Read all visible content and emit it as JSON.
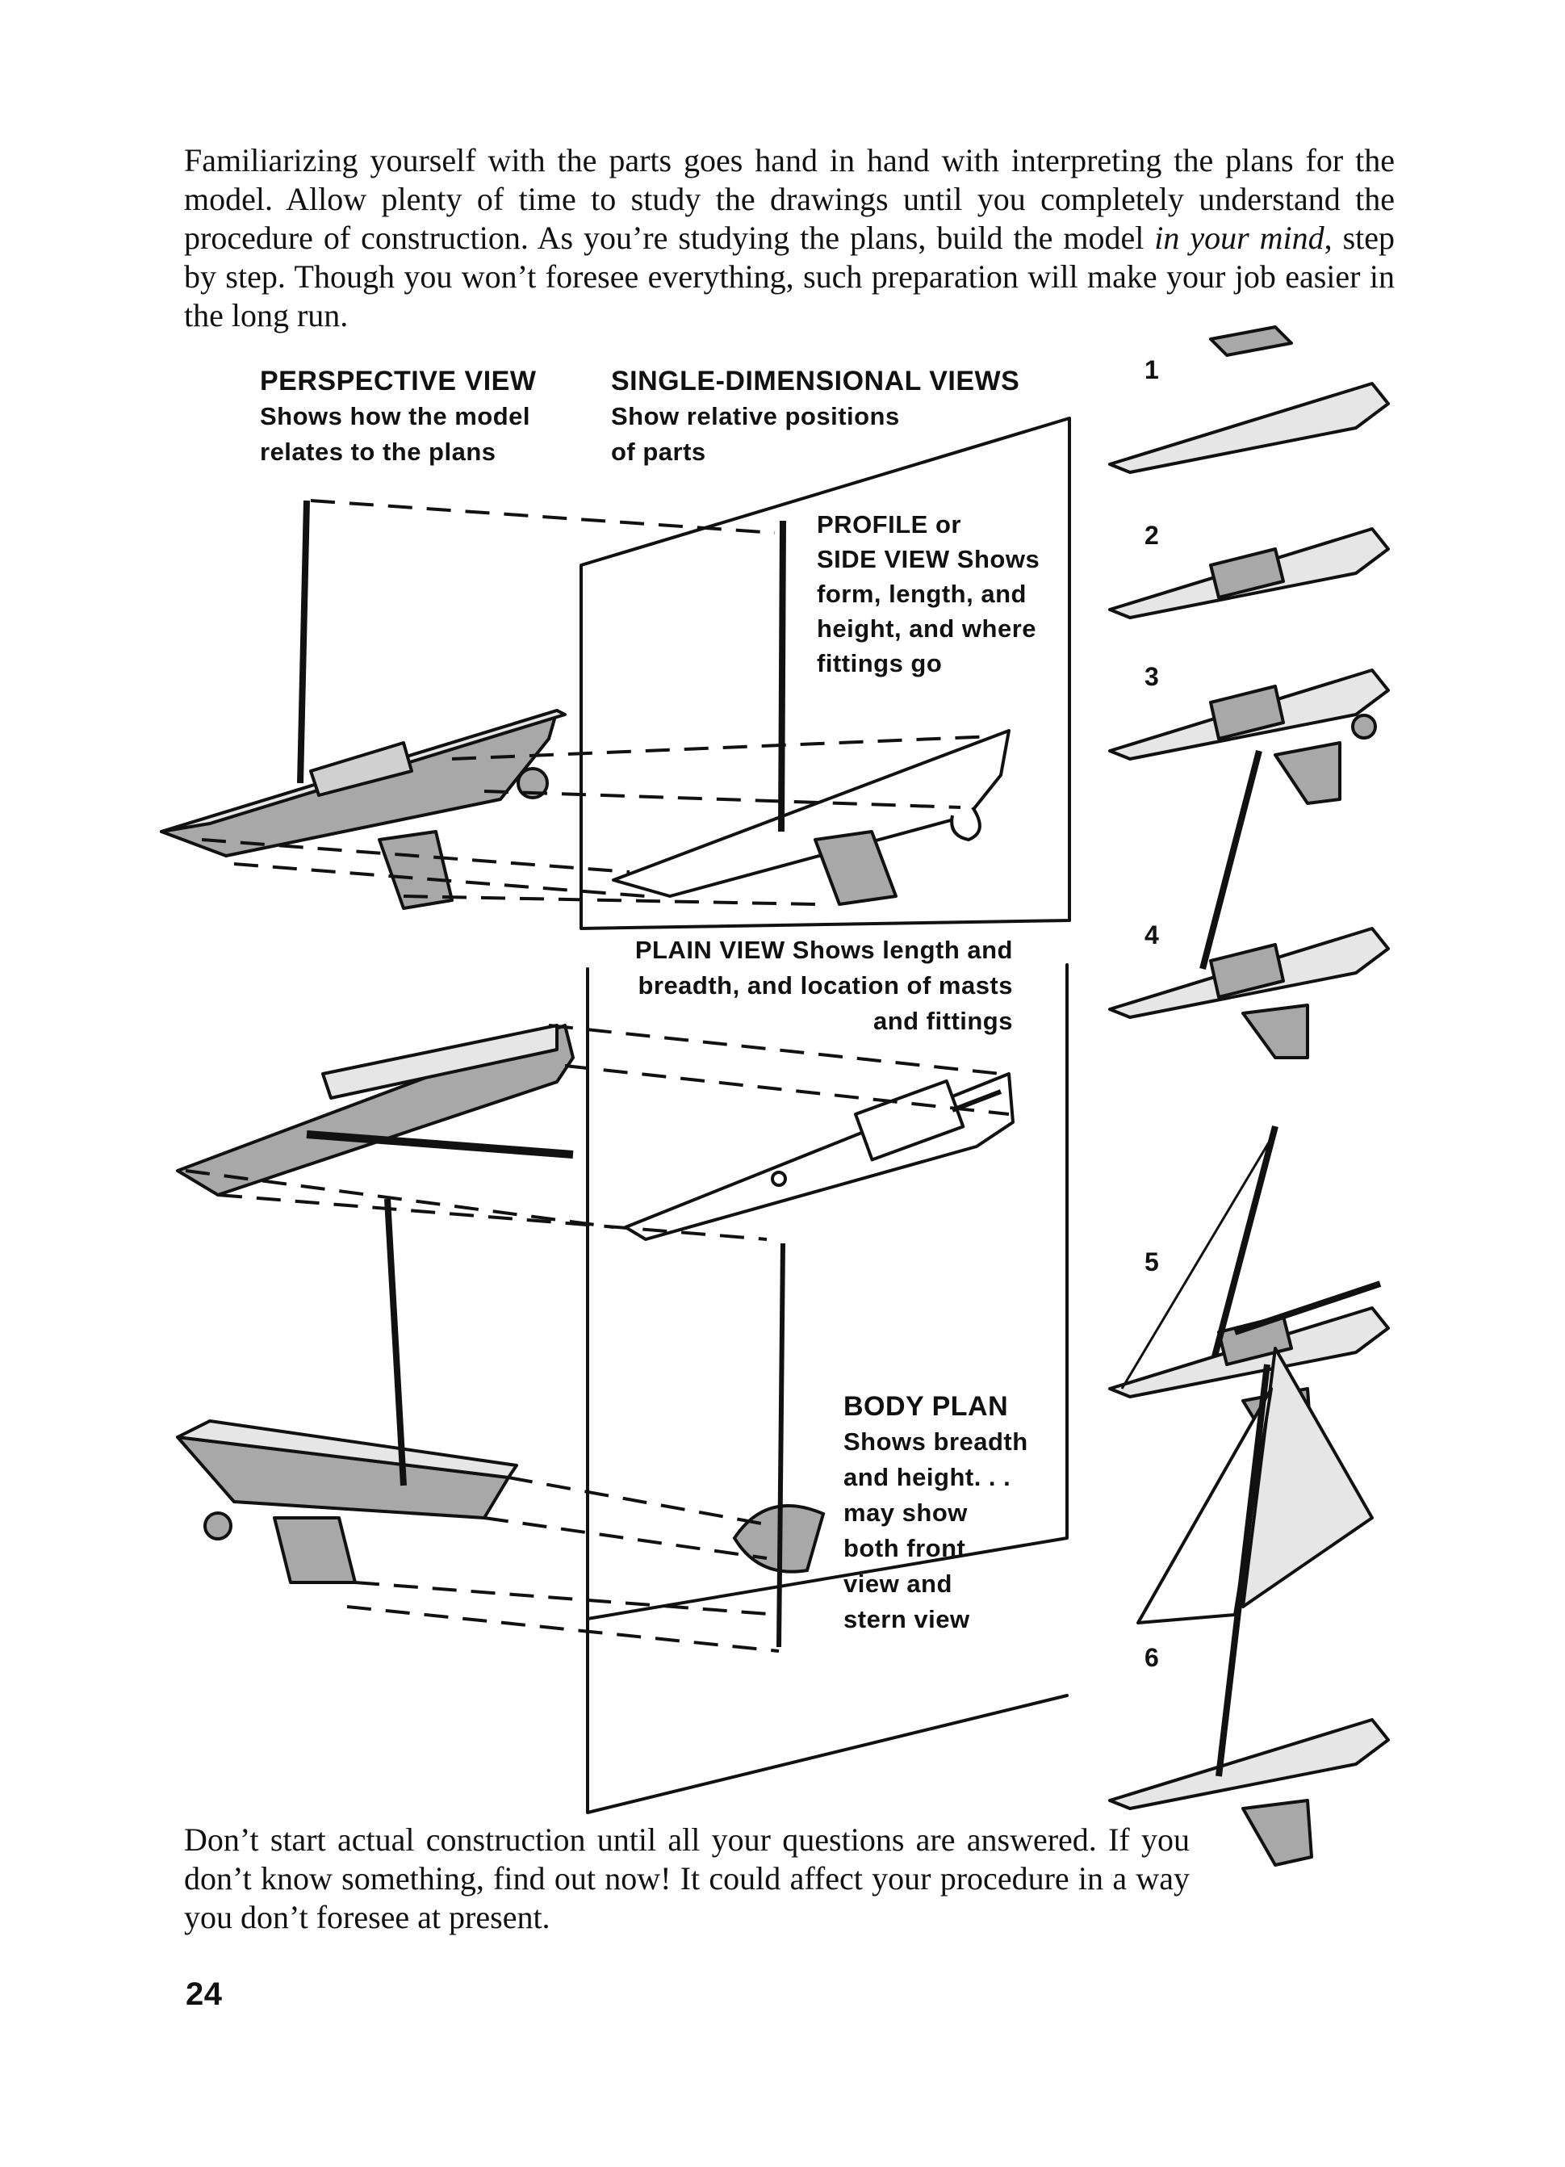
{
  "intro": {
    "part1": "Familiarizing yourself with the parts goes hand in hand with interpreting the plans for the model. Allow plenty of time to study the drawings until you completely understand the procedure of construction. As you’re studying the plans, build the model ",
    "emphasis": "in your mind",
    "part2": ", step by step. Though you won’t foresee everything, such preparation will make your job easier in the long run."
  },
  "labels": {
    "perspective_title": "PERSPECTIVE VIEW",
    "perspective_line1": "Shows how the model",
    "perspective_line2": "relates to the plans",
    "single_title": "SINGLE-DIMENSIONAL VIEWS",
    "single_line1": "Show relative positions",
    "single_line2": "of parts",
    "profile_line1": "PROFILE or",
    "profile_line2": "SIDE VIEW Shows",
    "profile_line3": "form, length, and",
    "profile_line4": "height, and where",
    "profile_line5": "fittings go",
    "plain_line1": "PLAIN VIEW Shows length and",
    "plain_line2": "breadth, and location of masts",
    "plain_line3": "and fittings",
    "body_title": "BODY PLAN",
    "body_line1": "Shows breadth",
    "body_line2": "and height. . .",
    "body_line3": "may show",
    "body_line4": "both front",
    "body_line5": "view and",
    "body_line6": "stern view"
  },
  "steps": [
    "1",
    "2",
    "3",
    "4",
    "5",
    "6"
  ],
  "outro": "Don’t start actual construction until all your questions are answered. If you don’t know something, find out now! It could affect your procedure in a way you don’t foresee at present.",
  "page_number": "24",
  "colors": {
    "ink": "#111111",
    "hull_fill": "#e6e6e6",
    "shadow_fill": "#a8a8a8"
  }
}
